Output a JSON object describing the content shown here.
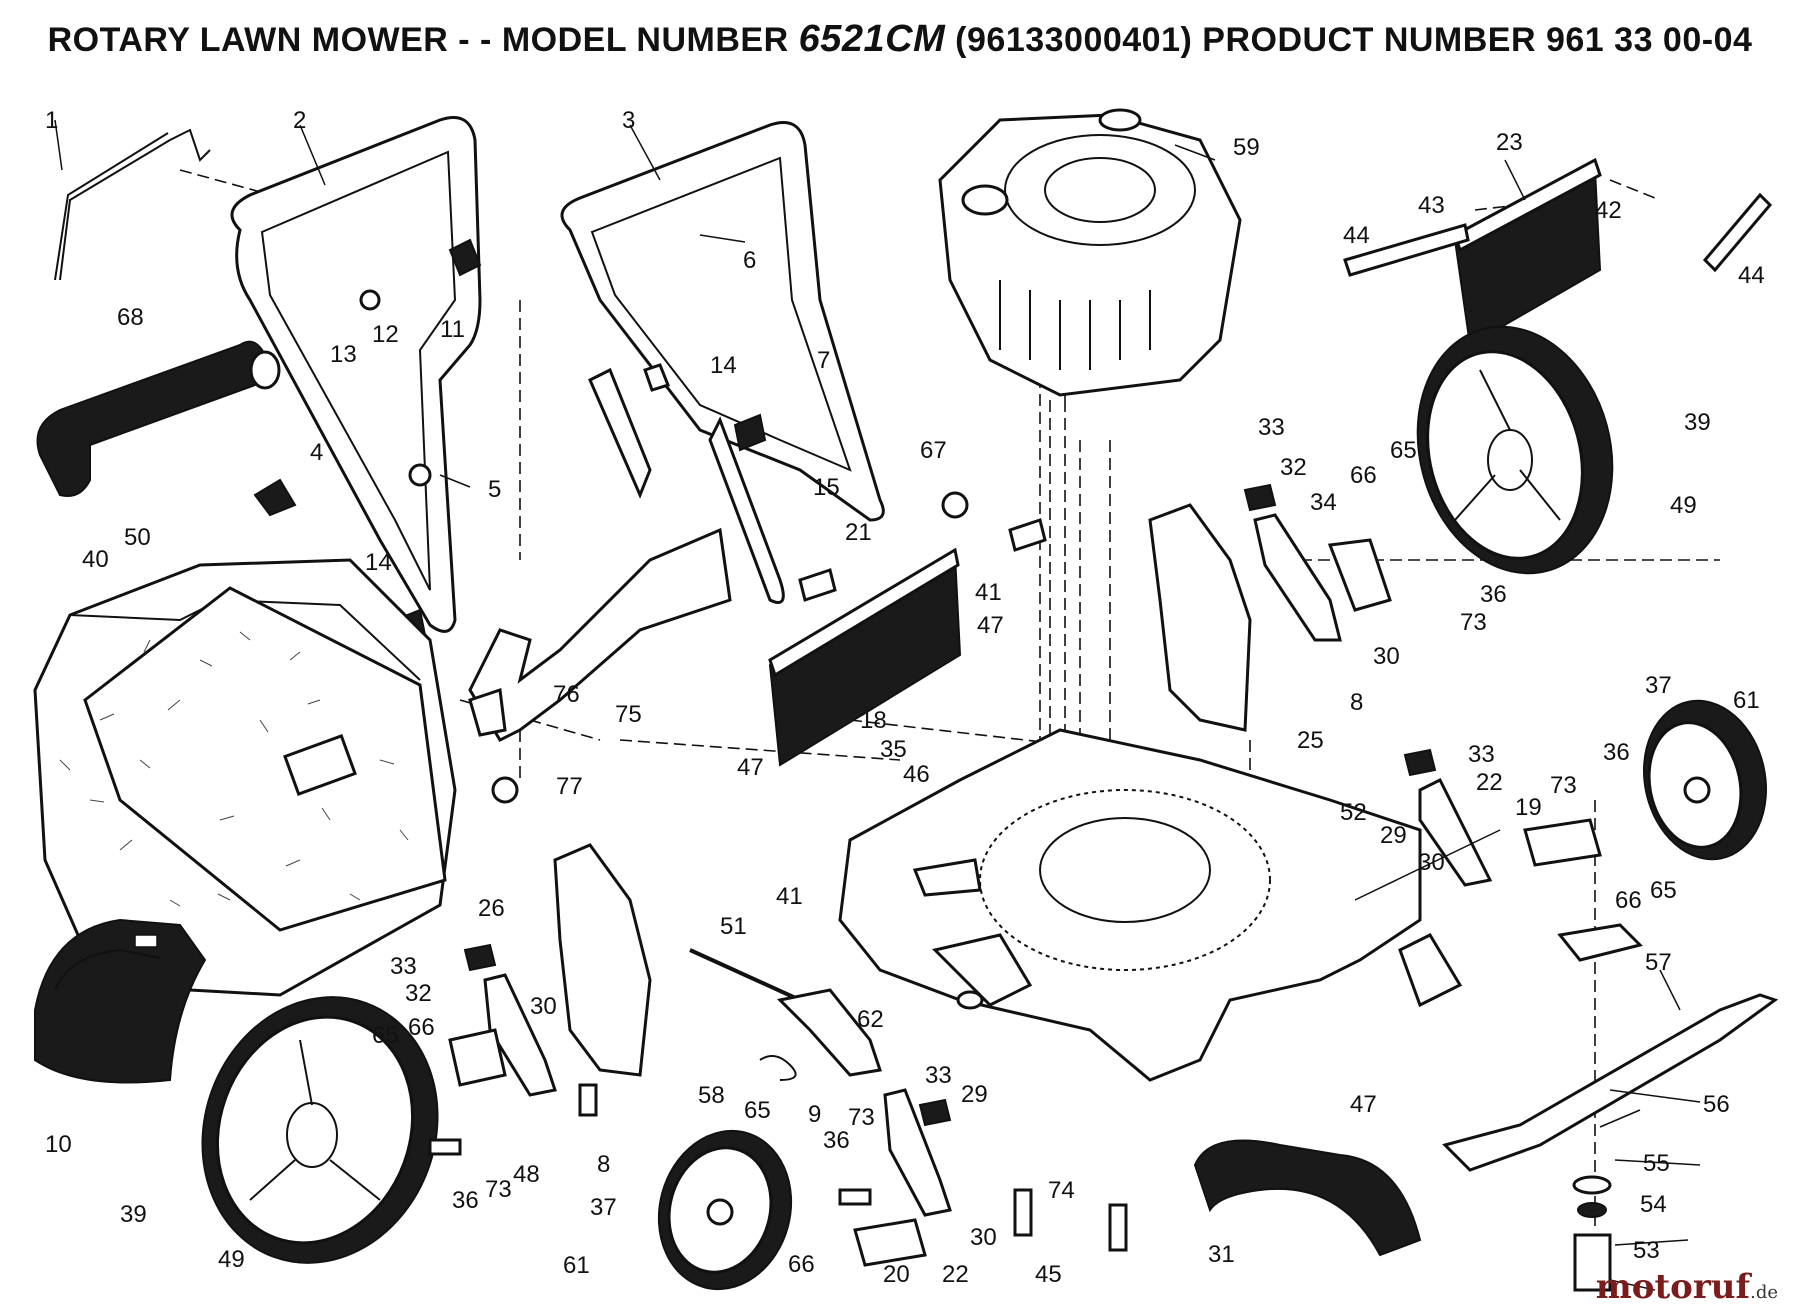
{
  "title": {
    "prefix": "ROTARY LAWN MOWER - - MODEL NUMBER ",
    "model": "6521CM",
    "suffix": " (96133000401) PRODUCT NUMBER 961 33 00-04"
  },
  "watermark": {
    "name": "motoruf",
    "tld": ".de"
  },
  "callouts": [
    "1",
    "2",
    "3",
    "4",
    "5",
    "6",
    "7",
    "8",
    "9",
    "10",
    "11",
    "12",
    "13",
    "14",
    "15",
    "18",
    "19",
    "20",
    "21",
    "22",
    "23",
    "25",
    "26",
    "29",
    "30",
    "31",
    "32",
    "33",
    "34",
    "35",
    "36",
    "37",
    "39",
    "40",
    "41",
    "42",
    "43",
    "44",
    "45",
    "46",
    "47",
    "48",
    "49",
    "50",
    "51",
    "52",
    "53",
    "54",
    "55",
    "56",
    "57",
    "58",
    "59",
    "61",
    "62",
    "65",
    "66",
    "67",
    "68",
    "73",
    "74",
    "75",
    "76",
    "77"
  ]
}
